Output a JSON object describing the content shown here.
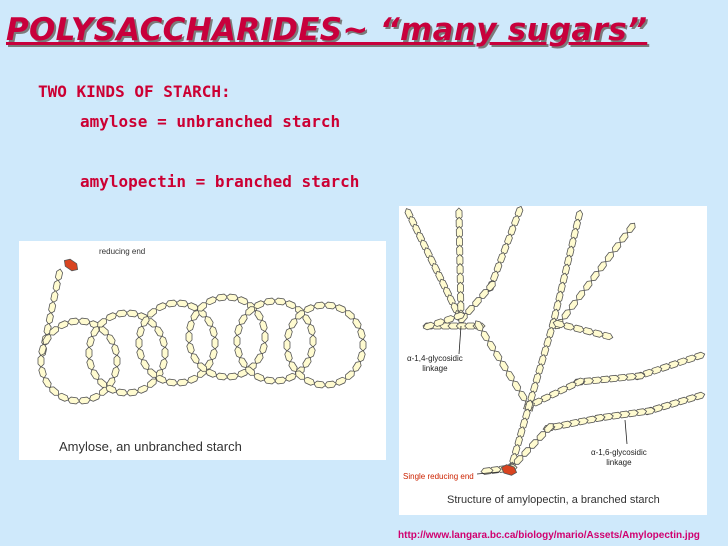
{
  "slide": {
    "title": "POLYSACCHARIDES~ “many sugars”",
    "heading": "TWO KINDS OF STARCH:",
    "line1": "amylose = unbranched starch",
    "line2": "amylopectin = branched starch",
    "source_url": "http://www.langara.bc.ca/biology/mario/Assets/Amylopectin.jpg"
  },
  "amylose_figure": {
    "reducing_end_label": "reducing end",
    "caption": "Amylose, an unbranched starch"
  },
  "amylopectin_figure": {
    "label_14": {
      "symbol": "α",
      "text": "-1,4-glycosidic",
      "line2": "linkage"
    },
    "label_16": {
      "symbol": "α",
      "text": "-1,6-glycosidic",
      "line2": "linkage"
    },
    "reducing_end_label": "Single reducing end",
    "caption": "Structure of amylopectin, a branched starch"
  },
  "colors": {
    "background": "#cfe9fb",
    "title": "#c8003c",
    "text": "#cc0033",
    "glucose_fill": "#fffbd0",
    "glucose_stroke": "#555555",
    "reducing_end": "#d94420",
    "url": "#d0006f"
  }
}
